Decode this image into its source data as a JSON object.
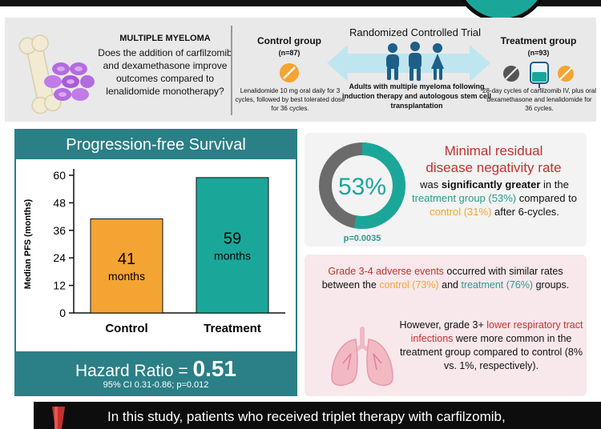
{
  "question": {
    "title": "MULTIPLE MYELOMA",
    "text": "Does the addition of carfilzomib and dexamethasone improve outcomes compared to lenalidomide monotherapy?"
  },
  "control": {
    "title": "Control group",
    "n": "(n=87)",
    "desc": "Lenalidomide 10 mg oral daily for 3 cycles, followed by best tolerated dose for 36 cycles."
  },
  "rct": {
    "title": "Randomized Controlled Trial",
    "desc": "Adults with multiple myeloma following induction therapy and autologous stem cell transplantation"
  },
  "treatment": {
    "title": "Treatment group",
    "n": "(n=93)",
    "desc": "28-day cycles of carfilzomib IV, plus oral dexamethasone and lenalidomide for 36 cycles."
  },
  "pfs": {
    "title": "Progression-free Survival",
    "hr_label": "Hazard Ratio =",
    "hr_value": "0.51",
    "ci": "95% CI 0.31-0.86; p=0.012"
  },
  "chart_data": {
    "type": "bar",
    "categories": [
      "Control",
      "Treatment"
    ],
    "values": [
      41,
      59
    ],
    "value_labels": [
      "41",
      "59"
    ],
    "unit_label": "months",
    "ylabel": "Median PFS (months)",
    "yticks": [
      0,
      12,
      24,
      36,
      48,
      60
    ],
    "ylim": [
      0,
      60
    ],
    "colors": [
      "#f4a433",
      "#1aa79a"
    ]
  },
  "mrd": {
    "pct": "53%",
    "donut_fraction": 0.53,
    "pval": "p=0.0035",
    "title_line1": "Minimal residual",
    "title_line2": "disease negativity rate",
    "t1": "was ",
    "t2": "significantly greater",
    "t3": " in the ",
    "t4": "treatment group (53%)",
    "t5": " compared to ",
    "t6": "control (31%)",
    "t7": " after 6-cycles."
  },
  "ae": {
    "p1a": "Grade 3-4 adverse events",
    "p1b": " occurred with similar rates between the ",
    "p1c": "control (73%)",
    "p1d": " and ",
    "p1e": "treatment (76%)",
    "p1f": " groups.",
    "p2a": "However, grade 3+ ",
    "p2b": "lower respiratory tract infections",
    "p2c": " were more common in the treatment group compared to control (8% vs. 1%, respectively)."
  },
  "bottom": {
    "text": "In this study, patients who received triplet therapy with carfilzomib,"
  },
  "colors": {
    "teal": "#2b7f86",
    "accent_teal": "#1aa79a",
    "orange": "#f4a433",
    "red": "#c3312f",
    "pink_bg": "#f8e8ec"
  },
  "icons": [
    "bone-icon",
    "myeloma-cells-icon",
    "pill-icon",
    "patients-icon",
    "double-arrow-icon",
    "iv-bag-icon",
    "lungs-icon",
    "alert-icon"
  ]
}
